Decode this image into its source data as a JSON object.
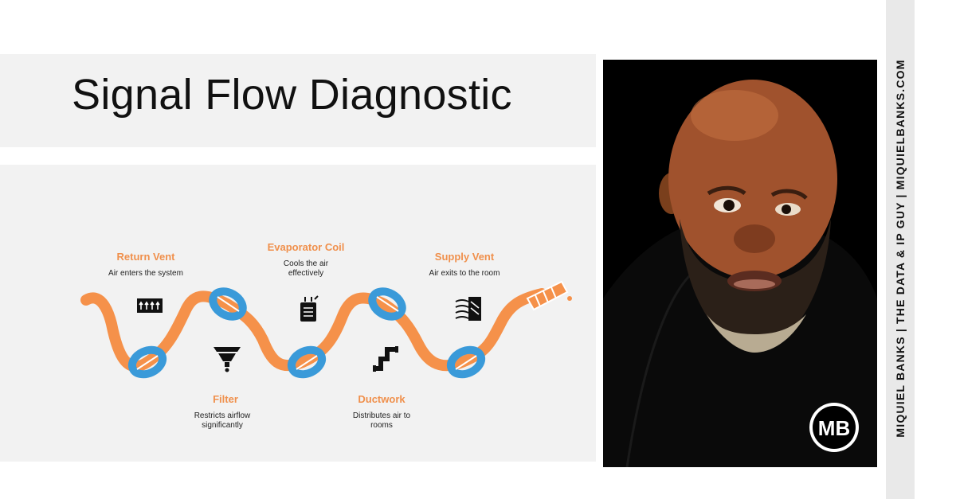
{
  "title": "Signal Flow Diagnostic",
  "steps": [
    {
      "title": "Return Vent",
      "desc_lines": [
        "Air enters the system"
      ],
      "icon": "return-vent-icon"
    },
    {
      "title": "Filter",
      "desc_lines": [
        "Restricts airflow",
        "significantly"
      ],
      "icon": "filter-icon"
    },
    {
      "title": "Evaporator Coil",
      "desc_lines": [
        "Cools the air",
        "effectively"
      ],
      "icon": "evaporator-coil-icon"
    },
    {
      "title": "Ductwork",
      "desc_lines": [
        "Distributes air to",
        "rooms"
      ],
      "icon": "ductwork-icon"
    },
    {
      "title": "Supply Vent",
      "desc_lines": [
        "Air exits to the room"
      ],
      "icon": "supply-vent-icon"
    }
  ],
  "side_banner": "MIQUIEL BANKS   |   THE DATA & IP GUY   |   MIQUIELBANKS.COM",
  "logo_text": "MB",
  "colors": {
    "hose_orange": "#f5914a",
    "knot_blue": "#3a9ad9",
    "label_orange": "#f0904c",
    "panel_bg": "#f2f2f2",
    "side_band": "#e9e9e9"
  }
}
